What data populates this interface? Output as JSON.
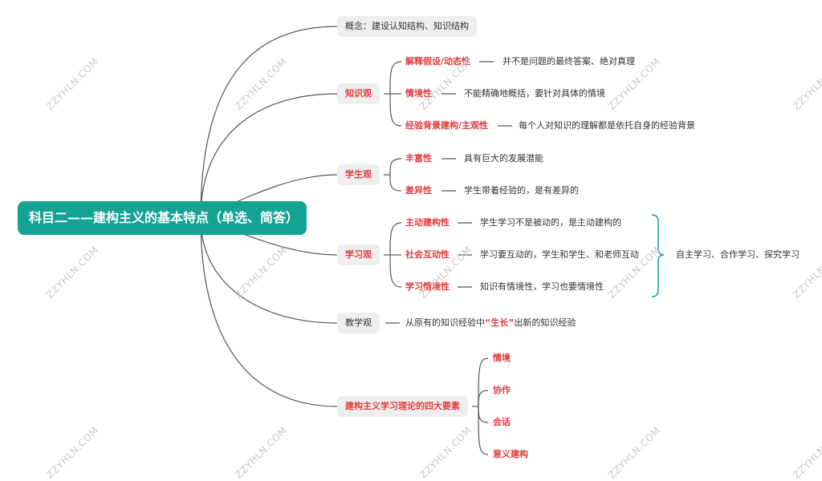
{
  "root": "科目二——建构主义的基本特点（单选、简答）",
  "concept": "概念：建设认知结构、知识结构",
  "knowledge": {
    "title": "知识观",
    "items": [
      {
        "label": "解释假设/动态性",
        "desc": "并不是问题的最终答案、绝对真理"
      },
      {
        "label": "情境性",
        "desc": "不能精确地概括，要针对具体的情境"
      },
      {
        "label": "经验背景建构/主观性",
        "desc": "每个人对知识的理解都是依托自身的经验背景"
      }
    ]
  },
  "student": {
    "title": "学生观",
    "items": [
      {
        "label": "丰富性",
        "desc": "具有巨大的发展潜能"
      },
      {
        "label": "差异性",
        "desc": "学生带着经验的，是有差异的"
      }
    ]
  },
  "learning": {
    "title": "学习观",
    "items": [
      {
        "label": "主动建构性",
        "desc": "学生学习不是被动的，是主动建构的"
      },
      {
        "label": "社会互动性",
        "desc": "学习要互动的，学生和学生、和老师互动"
      },
      {
        "label": "学习情境性",
        "desc": "知识有情境性，学习也要情境性"
      }
    ],
    "summary": "自主学习、合作学习、探究学习"
  },
  "teaching": {
    "title": "教学观",
    "desc_pre": "从原有的知识经验中",
    "desc_hl": "“生长”",
    "desc_post": "出新的知识经验"
  },
  "elements": {
    "title": "建构主义学习理论的四大要素",
    "items": [
      "情境",
      "协作",
      "会话",
      "意义建构"
    ]
  },
  "watermark": "ZZYHLN.COM",
  "colors": {
    "root": "#17a394",
    "accent": "#e23c3c",
    "bracket": "#17a394",
    "line": "#555555"
  }
}
